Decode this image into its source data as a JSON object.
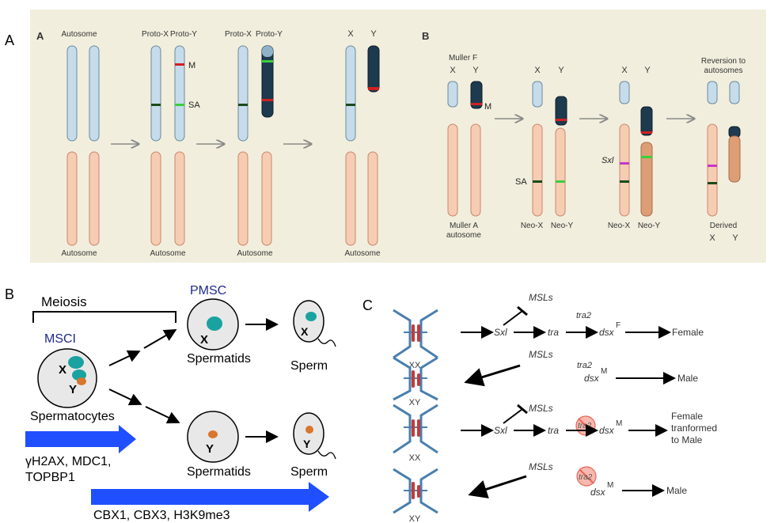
{
  "panel_letters": {
    "outer_a": "A",
    "outer_b": "B",
    "outer_c": "C",
    "inner_a": "A",
    "inner_b": "B"
  },
  "panel_a": {
    "autosome": "Autosome",
    "proto_x": "Proto-X",
    "proto_y": "Proto-Y",
    "x": "X",
    "y": "Y",
    "m": "M",
    "sa": "SA"
  },
  "panel_b_top": {
    "muller_f": "Muller F",
    "x": "X",
    "y": "Y",
    "m": "M",
    "sa": "SA",
    "sxl": "Sxl",
    "muller_a_line1": "Muller A",
    "muller_a_line2": "autosome",
    "neo_x": "Neo-X",
    "neo_y": "Neo-Y",
    "reversion_line1": "Reversion to",
    "reversion_line2": "autosomes",
    "derived": "Derived"
  },
  "meiosis_panel": {
    "meiosis": "Meiosis",
    "pmsc": "PMSC",
    "msci": "MSCI",
    "x": "X",
    "y": "Y",
    "spermatocytes": "Spermatocytes",
    "spermatids": "Spermatids",
    "sperm": "Sperm",
    "markers_line1": "γH2AX, MDC1,",
    "markers_line2": "TOPBP1",
    "markers_bottom": "CBX1, CBX3, H3K9me3"
  },
  "sex_pathway": {
    "xx": "XX",
    "xy": "XY",
    "msls": "MSLs",
    "sxl": "Sxl",
    "tra": "tra",
    "tra2": "tra2",
    "dsx": "dsx",
    "sup_f": "F",
    "sup_m": "M",
    "female": "Female",
    "male": "Male",
    "female_transformed_line1": "Female",
    "female_transformed_line2": "tranformed",
    "female_transformed_line3": "to Male"
  },
  "colors": {
    "panel_bg": "#f2eedd",
    "blue_chrom": "#c6dcea",
    "blue_chrom_edge": "#6b8aa0",
    "orange_chrom": "#f6cdb3",
    "orange_chrom_edge": "#c9856a",
    "dark_chrom": "#1d3a4f",
    "red_band": "#d32020",
    "green_band": "#1f9a2a",
    "dark_green_band": "#1a4a1a",
    "teal": "#1aa2a0",
    "arrow_blue": "#1f4fff",
    "label_blue": "#1f2a8c",
    "pathway_blue": "#4a7fae",
    "pathway_red": "#c13b3b"
  }
}
